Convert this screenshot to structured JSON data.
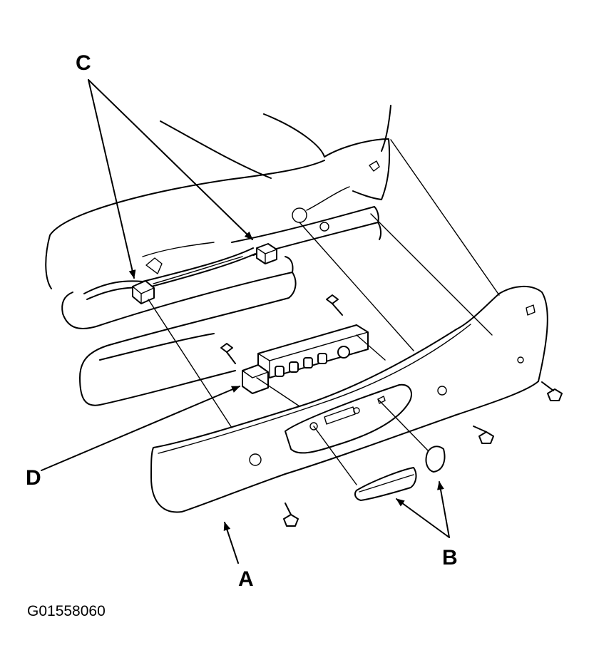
{
  "callouts": {
    "a": "A",
    "b": "B",
    "c": "C",
    "d": "D"
  },
  "figure_id": "G01558060"
}
